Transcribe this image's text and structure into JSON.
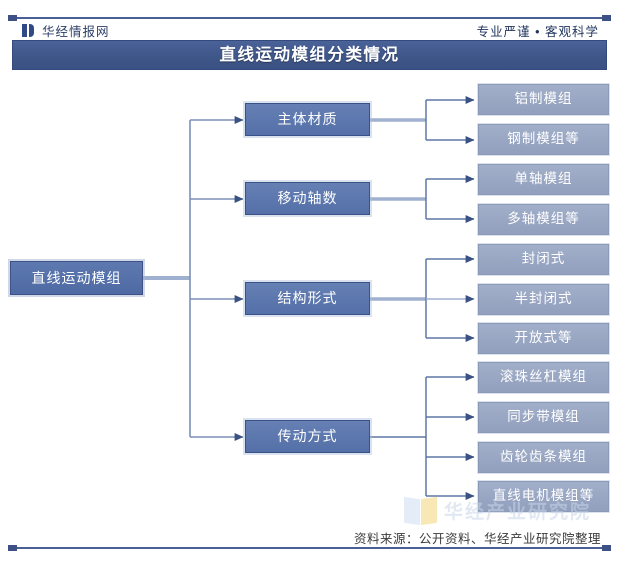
{
  "header": {
    "brand": "华经情报网",
    "brand_icon": "book-mark-icon",
    "tagline": "专业严谨 • 客观科学"
  },
  "title": "直线运动模组分类情况",
  "diagram": {
    "type": "tree",
    "root": "直线运动模组",
    "categories": [
      {
        "label": "主体材质",
        "children": [
          "铝制模组",
          "钢制模组等"
        ]
      },
      {
        "label": "移动轴数",
        "children": [
          "单轴模组",
          "多轴模组等"
        ]
      },
      {
        "label": "结构形式",
        "children": [
          "封闭式",
          "半封闭式",
          "开放式等"
        ]
      },
      {
        "label": "传动方式",
        "children": [
          "滚珠丝杠模组",
          "同步带模组",
          "齿轮齿条模组",
          "直线电机模组等"
        ]
      }
    ]
  },
  "watermark": {
    "text": "华经产业研究院",
    "icon": "open-book-icon"
  },
  "source": "资料来源：公开资料、华经产业研究院整理",
  "colors": {
    "rule": "#4a5f93",
    "title_bar": "#3f5689",
    "root_node": "#5d79b0",
    "category_node": "#6680b4",
    "leaf_node": "#a1afca",
    "connector": "#7b8fb8",
    "arrow": "#3a5183",
    "brand_text": "#2c3e66",
    "source_text": "#3a3a3a"
  }
}
